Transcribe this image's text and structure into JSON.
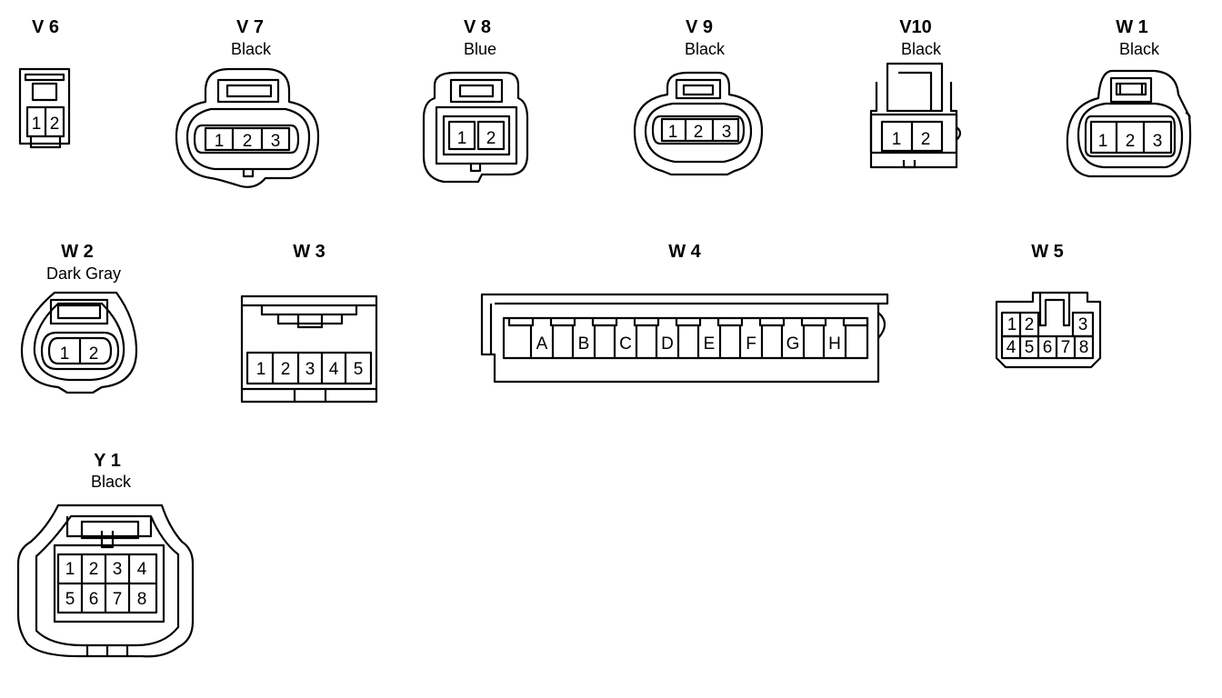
{
  "connectors": [
    {
      "id": "V6",
      "code": "V 6",
      "color": "",
      "pins": [
        "1",
        "2"
      ]
    },
    {
      "id": "V7",
      "code": "V 7",
      "color": "Black",
      "pins": [
        "1",
        "2",
        "3"
      ]
    },
    {
      "id": "V8",
      "code": "V 8",
      "color": "Blue",
      "pins": [
        "1",
        "2"
      ]
    },
    {
      "id": "V9",
      "code": "V 9",
      "color": "Black",
      "pins": [
        "1",
        "2",
        "3"
      ]
    },
    {
      "id": "V10",
      "code": "V10",
      "color": "Black",
      "pins": [
        "1",
        "2"
      ]
    },
    {
      "id": "W1",
      "code": "W 1",
      "color": "Black",
      "pins": [
        "1",
        "2",
        "3"
      ]
    },
    {
      "id": "W2",
      "code": "W 2",
      "color": "Dark Gray",
      "pins": [
        "1",
        "2"
      ]
    },
    {
      "id": "W3",
      "code": "W 3",
      "color": "",
      "pins": [
        "1",
        "2",
        "3",
        "4",
        "5"
      ]
    },
    {
      "id": "W4",
      "code": "W 4",
      "color": "",
      "pins": [
        "A",
        "B",
        "C",
        "D",
        "E",
        "F",
        "G",
        "H"
      ]
    },
    {
      "id": "W5",
      "code": "W 5",
      "color": "",
      "pins": [
        "1",
        "2",
        "3",
        "4",
        "5",
        "6",
        "7",
        "8"
      ]
    },
    {
      "id": "Y1",
      "code": "Y 1",
      "color": "Black",
      "pins": [
        "1",
        "2",
        "3",
        "4",
        "5",
        "6",
        "7",
        "8"
      ]
    }
  ]
}
